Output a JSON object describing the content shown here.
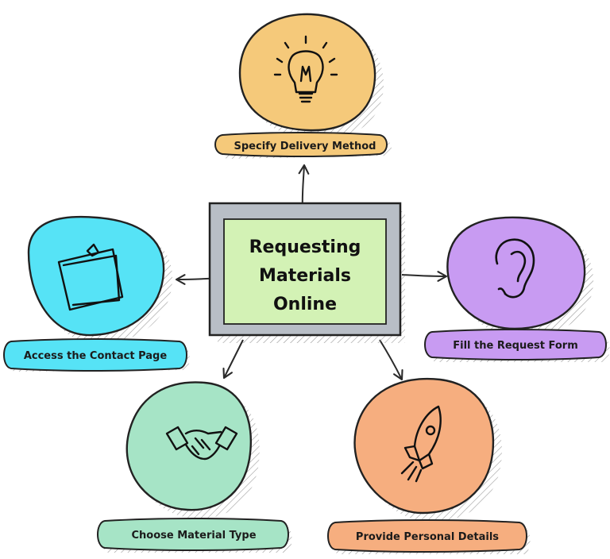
{
  "center": {
    "line1": "Requesting",
    "line2": "Materials",
    "line3": "Online"
  },
  "nodes": [
    {
      "id": "delivery",
      "label": "Specify Delivery Method",
      "color": "#F5C97A",
      "icon": "lightbulb-icon"
    },
    {
      "id": "contact",
      "label": "Access the Contact Page",
      "color": "#56E3F6",
      "icon": "sticky-notes-icon"
    },
    {
      "id": "form",
      "label": "Fill the Request Form",
      "color": "#C89BF2",
      "icon": "ear-icon"
    },
    {
      "id": "material",
      "label": "Choose Material Type",
      "color": "#A6E4C6",
      "icon": "handshake-icon"
    },
    {
      "id": "personal",
      "label": "Provide Personal Details",
      "color": "#F6AE7F",
      "icon": "rocket-icon"
    }
  ],
  "center_colors": {
    "frame": "#B8BEC6",
    "fill": "#D3F2B5"
  }
}
